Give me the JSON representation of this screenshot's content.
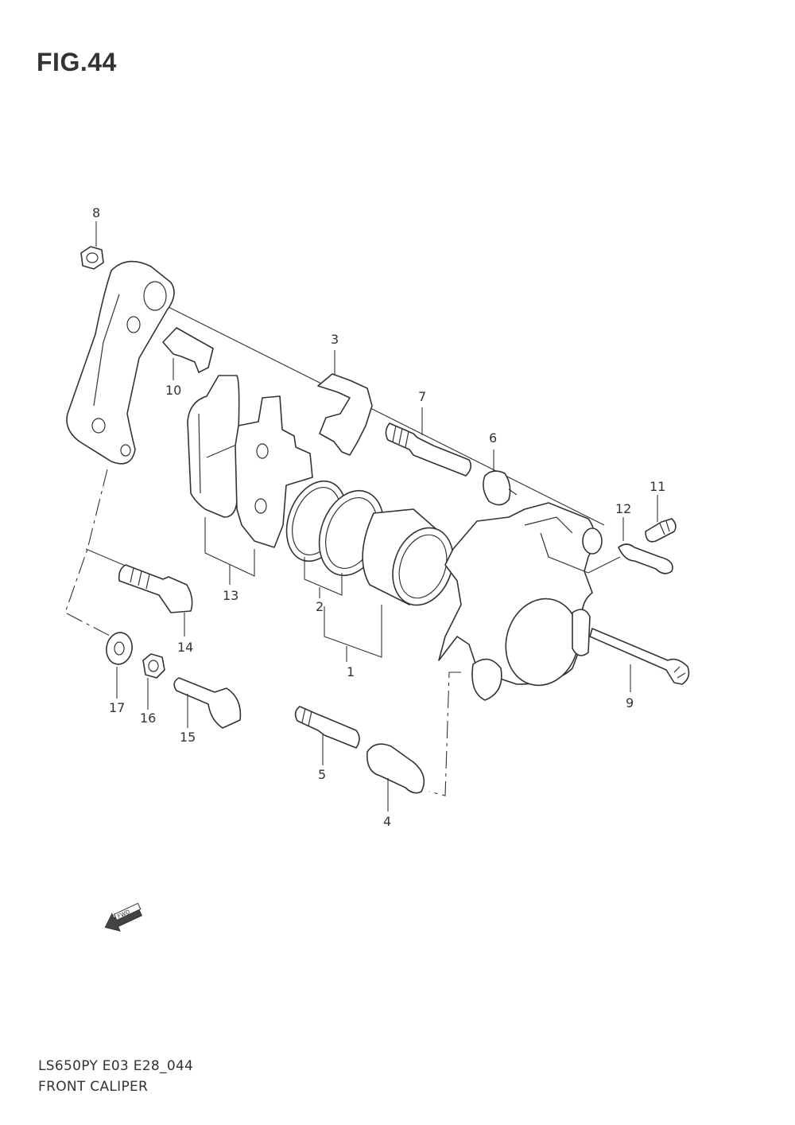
{
  "figure": {
    "title": "FIG.44",
    "model_code": "LS650PY E03 E28_044",
    "name": "FRONT CALIPER",
    "direction_label": "FWD"
  },
  "callouts": [
    "1",
    "2",
    "3",
    "4",
    "5",
    "6",
    "7",
    "8",
    "9",
    "10",
    "11",
    "12",
    "13",
    "14",
    "15",
    "16",
    "17"
  ]
}
